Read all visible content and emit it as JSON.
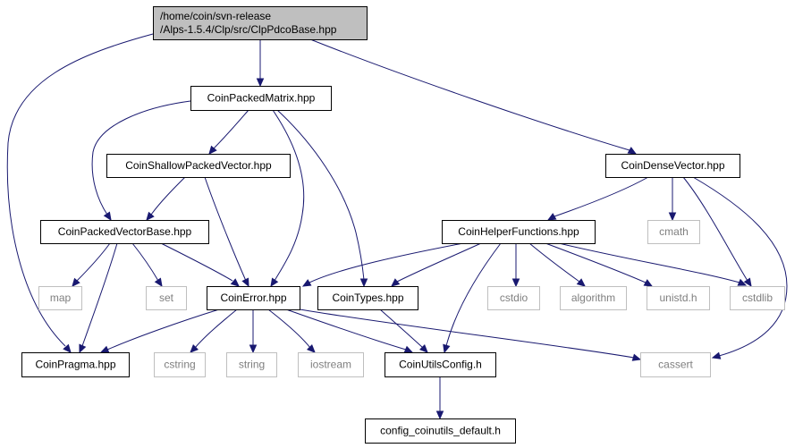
{
  "colors": {
    "edge": "#191970",
    "root_fill": "#bfbfbf",
    "root_stroke": "#000000",
    "node_stroke": "#000000",
    "node_text": "#000000",
    "system_stroke": "#bfbfbf",
    "system_text": "#7f7f7f",
    "background": "#ffffff"
  },
  "nodes": [
    {
      "id": "root",
      "lines": [
        "/home/coin/svn-release",
        "/Alps-1.5.4/Clp/src/ClpPdcoBase.hpp"
      ],
      "kind": "root"
    },
    {
      "id": "CoinPackedMatrix",
      "lines": [
        "CoinPackedMatrix.hpp"
      ],
      "kind": "header"
    },
    {
      "id": "CoinDenseVector",
      "lines": [
        "CoinDenseVector.hpp"
      ],
      "kind": "header"
    },
    {
      "id": "CoinShallowPackedVector",
      "lines": [
        "CoinShallowPackedVector.hpp"
      ],
      "kind": "header"
    },
    {
      "id": "CoinPackedVectorBase",
      "lines": [
        "CoinPackedVectorBase.hpp"
      ],
      "kind": "header"
    },
    {
      "id": "CoinHelperFunctions",
      "lines": [
        "CoinHelperFunctions.hpp"
      ],
      "kind": "header"
    },
    {
      "id": "cmath",
      "lines": [
        "cmath"
      ],
      "kind": "system"
    },
    {
      "id": "map",
      "lines": [
        "map"
      ],
      "kind": "system"
    },
    {
      "id": "set",
      "lines": [
        "set"
      ],
      "kind": "system"
    },
    {
      "id": "CoinError",
      "lines": [
        "CoinError.hpp"
      ],
      "kind": "header"
    },
    {
      "id": "CoinTypes",
      "lines": [
        "CoinTypes.hpp"
      ],
      "kind": "header"
    },
    {
      "id": "cstdio",
      "lines": [
        "cstdio"
      ],
      "kind": "system"
    },
    {
      "id": "algorithm",
      "lines": [
        "algorithm"
      ],
      "kind": "system"
    },
    {
      "id": "unistd",
      "lines": [
        "unistd.h"
      ],
      "kind": "system"
    },
    {
      "id": "cstdlib",
      "lines": [
        "cstdlib"
      ],
      "kind": "system"
    },
    {
      "id": "CoinPragma",
      "lines": [
        "CoinPragma.hpp"
      ],
      "kind": "header"
    },
    {
      "id": "cstring",
      "lines": [
        "cstring"
      ],
      "kind": "system"
    },
    {
      "id": "string",
      "lines": [
        "string"
      ],
      "kind": "system"
    },
    {
      "id": "iostream",
      "lines": [
        "iostream"
      ],
      "kind": "system"
    },
    {
      "id": "CoinUtilsConfig",
      "lines": [
        "CoinUtilsConfig.h"
      ],
      "kind": "header"
    },
    {
      "id": "cassert",
      "lines": [
        "cassert"
      ],
      "kind": "system"
    },
    {
      "id": "config_default",
      "lines": [
        "config_coinutils_default.h"
      ],
      "kind": "header"
    }
  ],
  "edges": [
    {
      "from": "root",
      "to": "CoinPackedMatrix"
    },
    {
      "from": "root",
      "to": "CoinDenseVector"
    },
    {
      "from": "root",
      "to": "CoinPragma"
    },
    {
      "from": "CoinPackedMatrix",
      "to": "CoinShallowPackedVector"
    },
    {
      "from": "CoinPackedMatrix",
      "to": "CoinPackedVectorBase"
    },
    {
      "from": "CoinPackedMatrix",
      "to": "CoinError"
    },
    {
      "from": "CoinPackedMatrix",
      "to": "CoinTypes"
    },
    {
      "from": "CoinShallowPackedVector",
      "to": "CoinPackedVectorBase"
    },
    {
      "from": "CoinShallowPackedVector",
      "to": "CoinError"
    },
    {
      "from": "CoinPackedVectorBase",
      "to": "map"
    },
    {
      "from": "CoinPackedVectorBase",
      "to": "set"
    },
    {
      "from": "CoinPackedVectorBase",
      "to": "CoinError"
    },
    {
      "from": "CoinPackedVectorBase",
      "to": "CoinPragma"
    },
    {
      "from": "CoinDenseVector",
      "to": "CoinHelperFunctions"
    },
    {
      "from": "CoinDenseVector",
      "to": "cmath"
    },
    {
      "from": "CoinDenseVector",
      "to": "cstdlib"
    },
    {
      "from": "CoinDenseVector",
      "to": "cassert"
    },
    {
      "from": "CoinHelperFunctions",
      "to": "CoinError"
    },
    {
      "from": "CoinHelperFunctions",
      "to": "CoinTypes"
    },
    {
      "from": "CoinHelperFunctions",
      "to": "CoinUtilsConfig"
    },
    {
      "from": "CoinHelperFunctions",
      "to": "cstdio"
    },
    {
      "from": "CoinHelperFunctions",
      "to": "algorithm"
    },
    {
      "from": "CoinHelperFunctions",
      "to": "unistd"
    },
    {
      "from": "CoinHelperFunctions",
      "to": "cstdlib"
    },
    {
      "from": "CoinError",
      "to": "CoinPragma"
    },
    {
      "from": "CoinError",
      "to": "cstring"
    },
    {
      "from": "CoinError",
      "to": "string"
    },
    {
      "from": "CoinError",
      "to": "iostream"
    },
    {
      "from": "CoinError",
      "to": "CoinUtilsConfig"
    },
    {
      "from": "CoinError",
      "to": "cassert"
    },
    {
      "from": "CoinTypes",
      "to": "CoinUtilsConfig"
    },
    {
      "from": "CoinUtilsConfig",
      "to": "config_default"
    }
  ]
}
